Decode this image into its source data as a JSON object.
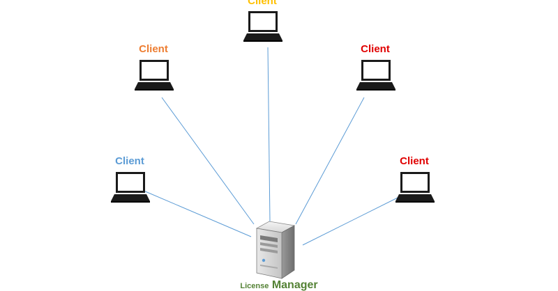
{
  "diagram": {
    "clients": [
      {
        "id": "top",
        "label": "Client",
        "color": "#ffc000"
      },
      {
        "id": "upper-left",
        "label": "Client",
        "color": "#ed7d31"
      },
      {
        "id": "upper-right",
        "label": "Client",
        "color": "#e00000"
      },
      {
        "id": "lower-left",
        "label": "Client",
        "color": "#5b9bd5"
      },
      {
        "id": "lower-right",
        "label": "Client",
        "color": "#e00000"
      }
    ],
    "server": {
      "label_part1": "License",
      "label_part2": "Manager",
      "label_color": "#548235"
    },
    "connector_color": "#5b9bd5"
  }
}
